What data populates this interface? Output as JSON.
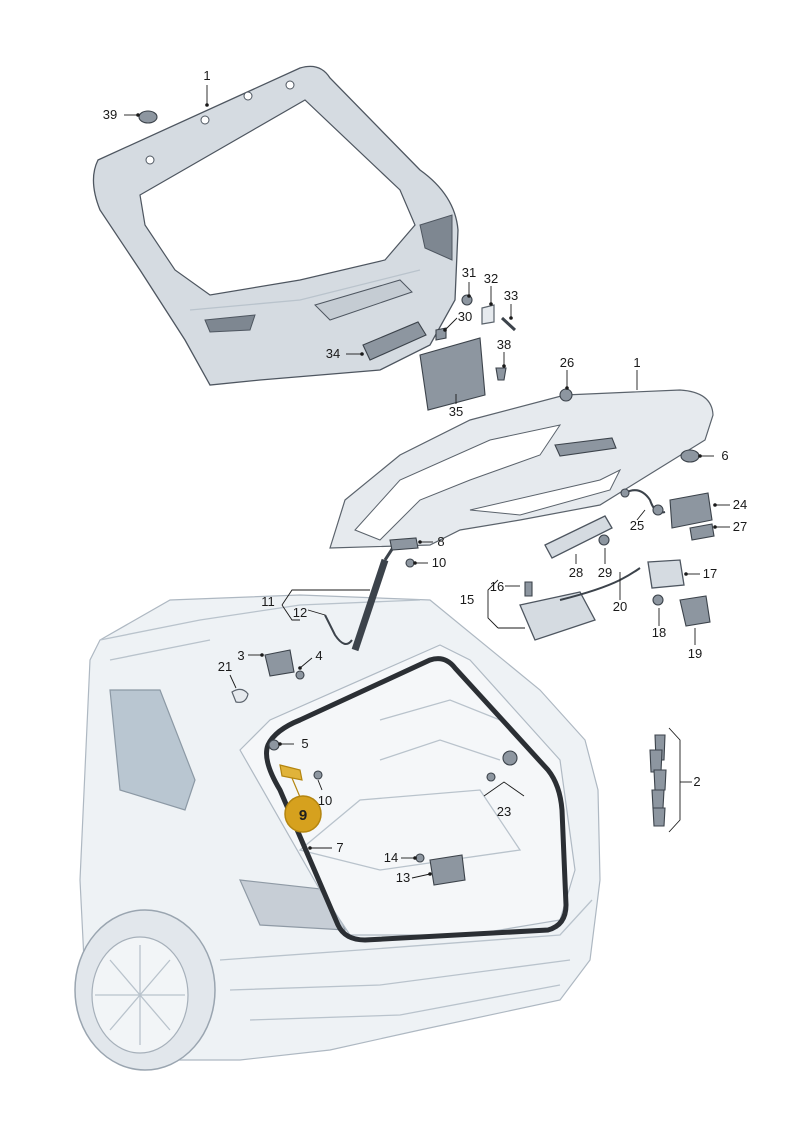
{
  "diagram": {
    "callouts": [
      "1",
      "39",
      "31",
      "32",
      "33",
      "30",
      "38",
      "34",
      "35",
      "26",
      "1",
      "6",
      "24",
      "25",
      "27",
      "8",
      "10",
      "28",
      "29",
      "17",
      "16",
      "15",
      "20",
      "18",
      "19",
      "11",
      "12",
      "3",
      "4",
      "21",
      "5",
      "10",
      "7",
      "14",
      "13",
      "23",
      "2"
    ],
    "highlight": {
      "label": "9",
      "color": "#d6a11e"
    }
  }
}
